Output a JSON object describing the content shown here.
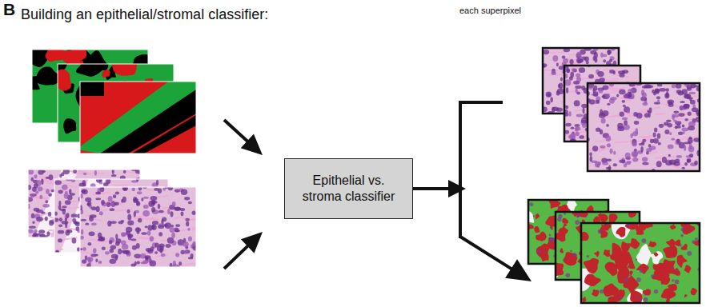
{
  "diagram": {
    "title": "Building an epithelial/stromal classifier:",
    "nodes": [
      {
        "text": [
          "Epithelial vs. stroma classifier"
        ]
      }
    ],
    "labels": [
      "B",
      "each superpixel"
    ]
  }
}
